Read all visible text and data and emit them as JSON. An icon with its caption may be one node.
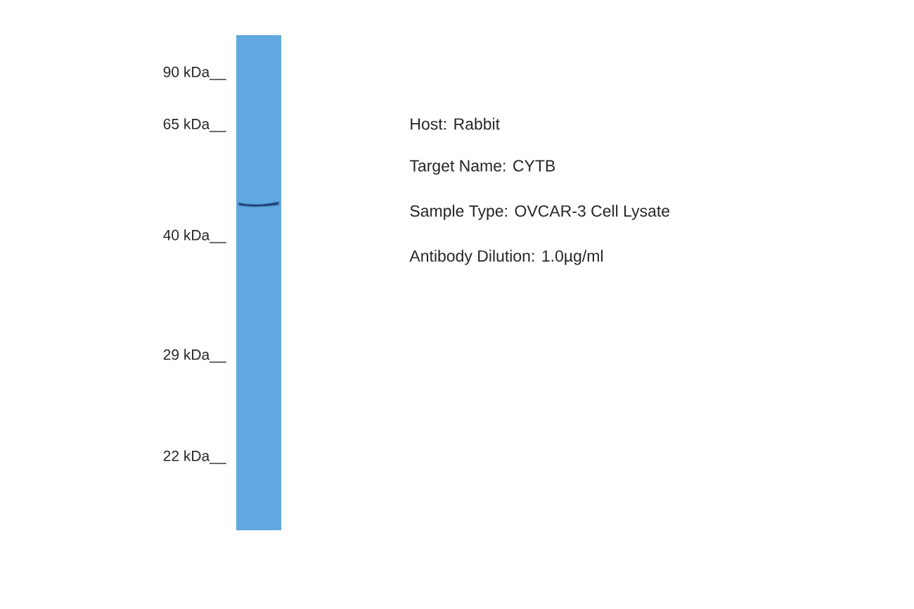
{
  "diagram": {
    "labels": [
      "90 kDa__",
      "65 kDa__",
      "40 kDa__",
      "29 kDa__",
      "22 kDa__",
      "Host: Rabbit",
      "Target Name: CYTB",
      "Sample Type: OVCAR-3 Cell Lysate",
      "Antibody Dilution: 1.0µg/ml"
    ]
  }
}
